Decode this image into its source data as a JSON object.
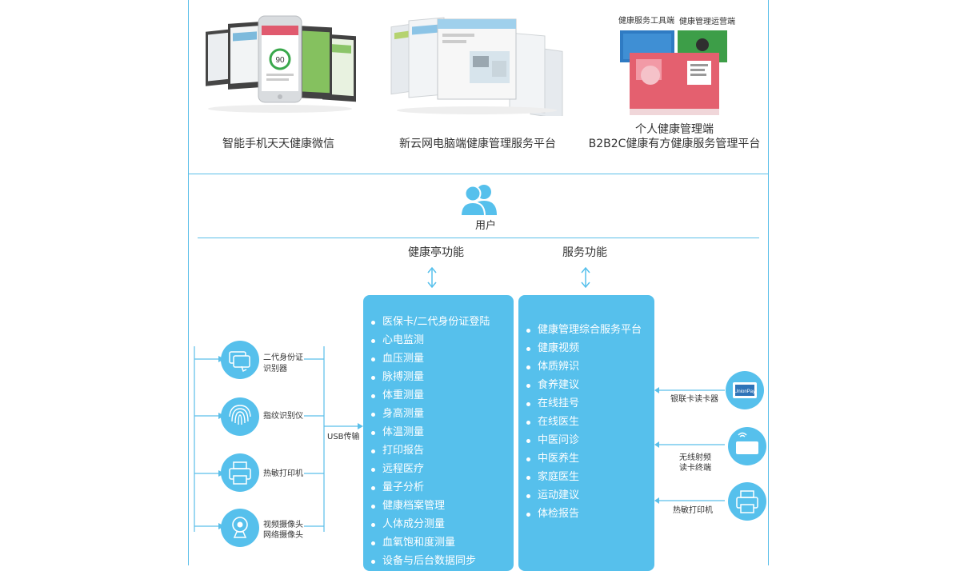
{
  "top": {
    "mobile_caption": "智能手机天天健康微信",
    "pc_caption": "新云网电脑端健康管理服务平台",
    "personal_caption_line1": "个人健康管理端",
    "personal_caption_line2": "B2B2C健康有方健康服务管理平台",
    "mobile_score": "90",
    "tool_end_label": "健康服务工具端",
    "ops_end_label": "健康管理运营端"
  },
  "user": {
    "label": "用户"
  },
  "sections": {
    "kiosk_title": "健康亭功能",
    "service_title": "服务功能"
  },
  "kiosk_features": [
    "医保卡/二代身份证登陆",
    "心电监测",
    "血压测量",
    "脉搏测量",
    "体重测量",
    "身高测量",
    "体温测量",
    "打印报告",
    "远程医疗",
    "量子分析",
    "健康档案管理",
    "人体成分测量",
    "血氧饱和度测量",
    "设备与后台数据同步"
  ],
  "service_features": [
    "健康管理综合服务平台",
    "健康视频",
    "体质辨识",
    "食养建议",
    "在线挂号",
    "在线医生",
    "中医问诊",
    "中医养生",
    "家庭医生",
    "运动建议",
    "体检报告"
  ],
  "left_devices": {
    "id_reader_line1": "二代身份证",
    "id_reader_line2": "识别器",
    "fingerprint": "指纹识别仪",
    "printer": "热敏打印机",
    "camera_line1": "视频摄像头",
    "camera_line2": "网络摄像头",
    "usb": "USB传输"
  },
  "right_devices": {
    "unionpay_reader": "银联卡读卡器",
    "rf_reader_line1": "无线射频",
    "rf_reader_line2": "读卡终端",
    "printer": "热敏打印机",
    "unionpay_logo": "UnionPay"
  },
  "colors": {
    "accent": "#56c0ec",
    "line": "#5bbfe9",
    "text": "#333333"
  }
}
